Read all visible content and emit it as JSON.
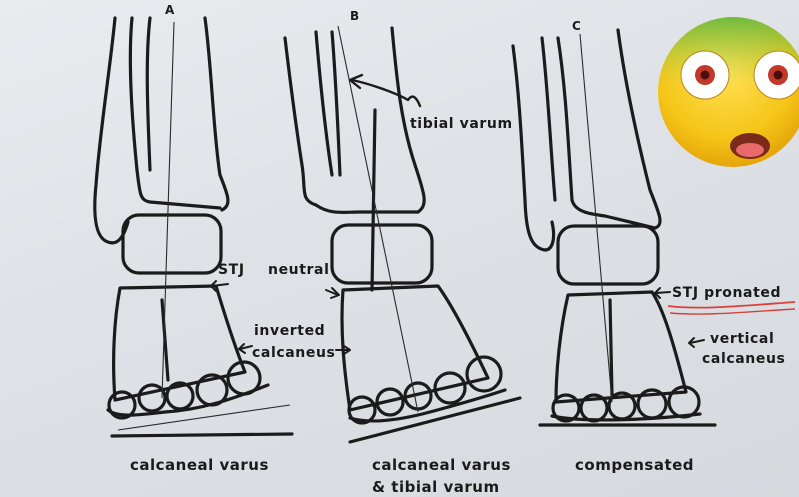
{
  "panels": [
    {
      "letter": "A",
      "caption": "calcaneal varus",
      "caption_line2": ""
    },
    {
      "letter": "B",
      "caption": "calcaneal varus",
      "caption_line2": "&  tibial varum"
    },
    {
      "letter": "C",
      "caption": "compensated",
      "caption_line2": ""
    }
  ],
  "annotations": {
    "tibial_varum": "tibial varum",
    "stj": "STJ",
    "neutral": "neutral",
    "inverted": "inverted",
    "calcaneus": "calcaneus",
    "stj_pronated": "STJ pronated",
    "vertical": "vertical",
    "calcaneus_c": "calcaneus"
  },
  "overlay": {
    "icon": "astonished-face-emoji-icon"
  },
  "colors": {
    "ink": "#1b1b1b",
    "paper": "#e3e6ea",
    "underline": "#d8413a",
    "emoji": "#f5c518"
  }
}
